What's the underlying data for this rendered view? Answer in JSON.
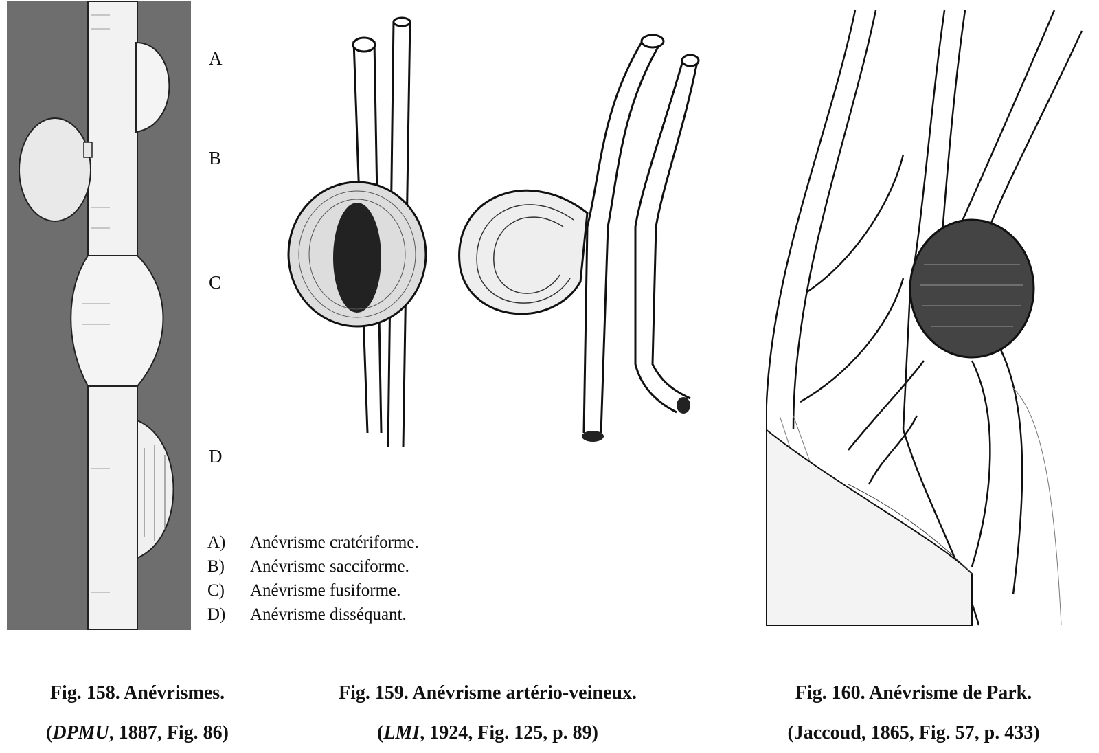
{
  "fig158": {
    "labels": [
      "A",
      "B",
      "C",
      "D"
    ],
    "legend": [
      {
        "key": "A)",
        "text": "Anévrisme cratériforme."
      },
      {
        "key": "B)",
        "text": "Anévrisme sacciforme."
      },
      {
        "key": "C)",
        "text": "Anévrisme fusiforme."
      },
      {
        "key": "D)",
        "text": "Anévrisme disséquant."
      }
    ],
    "caption_title": "Fig. 158. Anévrismes.",
    "caption_source_open": "(",
    "caption_source_italic": "DPMU",
    "caption_source_rest": ", 1887, Fig. 86)"
  },
  "fig159": {
    "caption_title": "Fig. 159. Anévrisme artério-veineux.",
    "caption_source_open": "(",
    "caption_source_italic": "LMI",
    "caption_source_rest": ", 1924, Fig. 125, p. 89)"
  },
  "fig160": {
    "caption_title": "Fig. 160. Anévrisme de Park.",
    "caption_source": "(Jaccoud, 1865, Fig. 57, p. 433)"
  }
}
